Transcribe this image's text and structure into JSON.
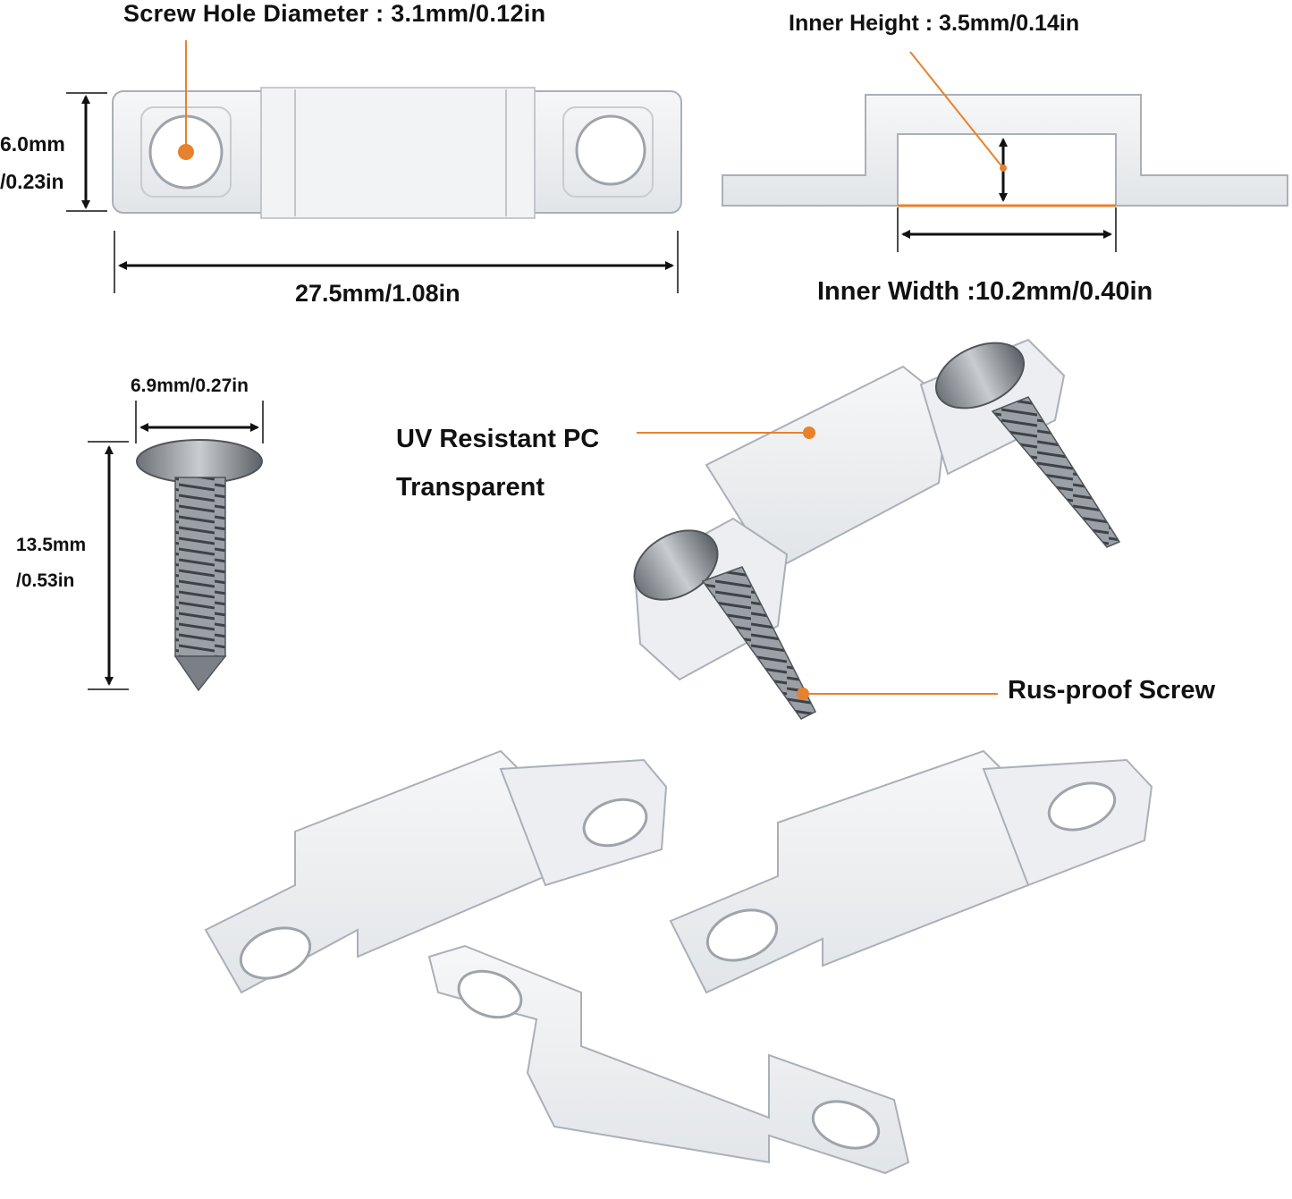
{
  "labels": {
    "screw_hole_diameter": "Screw Hole Diameter : 3.1mm/0.12in",
    "inner_height": "Inner Height : 3.5mm/0.14in",
    "clip_width_mm": "6.0mm",
    "clip_width_in": "/0.23in",
    "clip_length": "27.5mm/1.08in",
    "inner_width": "Inner Width :10.2mm/0.40in",
    "screw_head_width": "6.9mm/0.27in",
    "screw_length_mm": "13.5mm",
    "screw_length_in": "/0.53in",
    "material_line1": "UV Resistant PC",
    "material_line2": "Transparent",
    "screw_label": "Rus-proof Screw"
  },
  "colors": {
    "accent": "#e8812c",
    "plastic_fill": "#eef0f2",
    "plastic_edge": "#aab0b8",
    "metal": "#8a8f95",
    "arrow": "#111111"
  },
  "icons": [
    "led-strip-mounting-clip",
    "self-tapping-screw"
  ]
}
